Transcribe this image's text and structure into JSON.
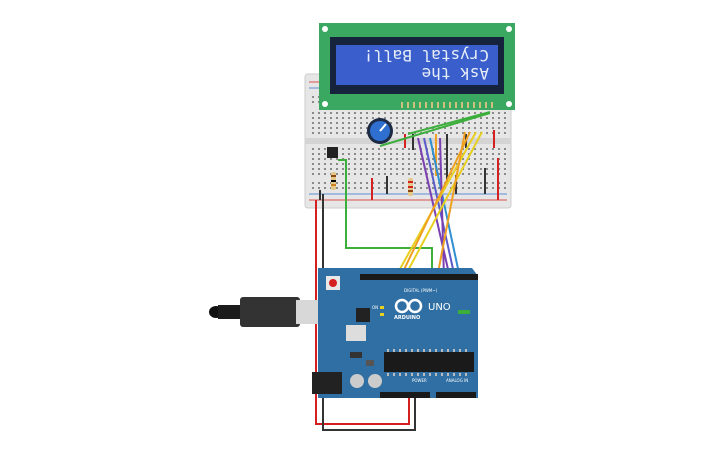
{
  "lcd": {
    "line1": "Ask the",
    "line2": "Crystal Ball!"
  },
  "arduino": {
    "model": "UNO",
    "brand": "ARDUINO",
    "digital_label": "DIGITAL (PWM~)",
    "power_label": "POWER",
    "analog_label": "ANALOG IN",
    "on_label": "ON"
  },
  "colors": {
    "lcd_board": "#3aa860",
    "lcd_screen": "#3a5fcc",
    "arduino_board": "#2f6fa3",
    "breadboard": "#e6e6e6",
    "wire_red": "#d42020",
    "wire_black": "#333333",
    "wire_green": "#3cae3c",
    "wire_orange": "#f0a020",
    "wire_yellow": "#e8d020",
    "wire_purple": "#7a3fb0",
    "wire_blue": "#2f8fd0"
  }
}
